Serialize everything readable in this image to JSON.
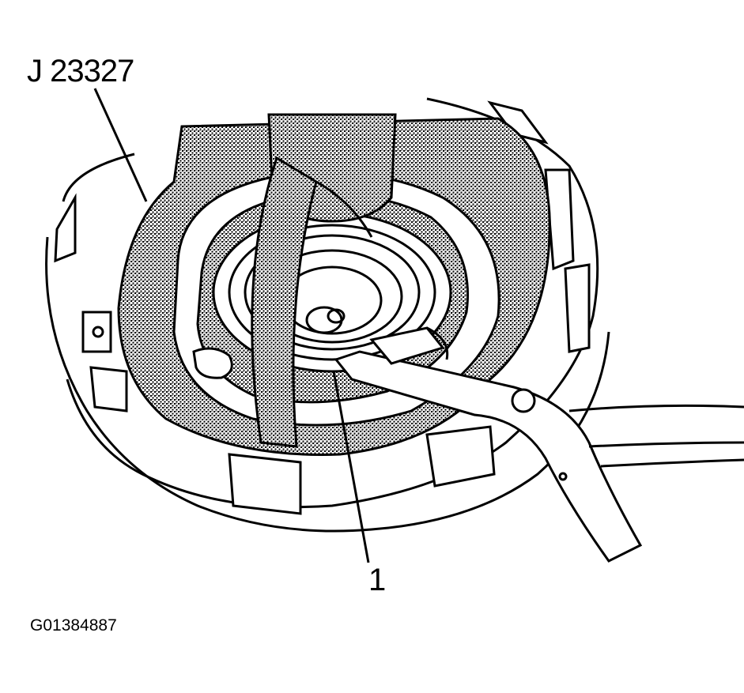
{
  "callouts": {
    "tool": "J 23327",
    "item": "1"
  },
  "figure_id": "G01384887",
  "colors": {
    "ink": "#000000",
    "paper": "#ffffff",
    "stipple": "#5e5e5e"
  }
}
